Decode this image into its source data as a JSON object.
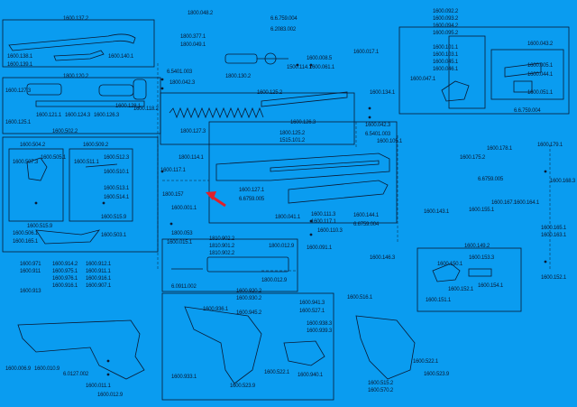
{
  "diagram": {
    "background_color": "#0a9cf0",
    "line_color": "#0a1a33",
    "accent_color": "#e0202a",
    "highlighted_part": "1800.157",
    "labels": {
      "l1": "1600.137.2",
      "l2": "1600.138.1",
      "l3": "1600.139.1",
      "l4": "1600.140.1",
      "l5": "1800.048.2",
      "l6": "1800.377.1",
      "l7": "1800.049.1",
      "l8": "6.6.759.004",
      "l9": "6.2083.002",
      "l10": "6.5401.003",
      "l11": "1800.120.2",
      "l12": "1600.127.3",
      "l13": "1600.125.1",
      "l14": "1600.121.1",
      "l15": "1600.124.3",
      "l16": "1600.126.3",
      "l17": "1600.128.1",
      "l18": "1600.118.2",
      "l19": "1800.042.3",
      "l20": "1800.130.2",
      "l21": "1500.114.1",
      "l22": "1600.061.1",
      "l23": "1600.008.5",
      "l24": "1600.017.1",
      "l25": "1600.092.2",
      "l26": "1600.093.2",
      "l27": "1600.094.2",
      "l28": "1600.095.2",
      "l29": "1600.101.1",
      "l30": "1600.103.1",
      "l31": "1600.045.1",
      "l32": "1600.046.1",
      "l33": "1600.047.1",
      "l34": "1600.043.2",
      "l35": "1600.044.1",
      "l36": "1600.005.1",
      "l37": "6.6.759.004",
      "l38": "1600.125.2",
      "l39": "1600.126.3",
      "l40": "1800.127.3",
      "l41": "1600.134.1",
      "l42": "1600.042.3",
      "l43": "6.5401.003",
      "l44": "1600.502.2",
      "l45": "1600.504.2",
      "l46": "1600.507.3",
      "l47": "1600.505.1",
      "l48": "1600.509.2",
      "l49": "1600.511.1",
      "l50": "1600.512.3",
      "l51": "1600.510.1",
      "l52": "1600.513.1",
      "l53": "1600.514.1",
      "l54": "1600.515.9",
      "l55": "1600.515.9",
      "l56": "1600.506.1",
      "l57": "1600.165.1",
      "l58": "1600.503.1",
      "l59": "1800.114.1",
      "l60": "1600.117.1",
      "l61": "1800.157",
      "l62": "1800.125.2",
      "l63": "1515.101.2",
      "l64": "1600.105.1",
      "l65": "1600.127.1",
      "l66": "6.6759.005",
      "l67": "1600.001.1",
      "l68": "1800.041.1",
      "l69": "1600.111.3",
      "l70": "1600.117.1",
      "l71": "1600.144.1",
      "l72": "1600.110.3",
      "l73": "6.6759.004",
      "l74": "1600.175.2",
      "l75": "1600.178.1",
      "l76": "1600.179.1",
      "l77": "6.6759.005",
      "l78": "1600.143.1",
      "l79": "1600.155.1",
      "l80": "1600.167.1",
      "l81": "1600.164.1",
      "l82": "1600.168.3",
      "l83": "1600.165.1",
      "l84": "1600.163.1",
      "l85": "1800.053",
      "l86": "1600.015.1",
      "l87": "1810.902.2",
      "l88": "1810.901.2",
      "l89": "1810.902.2",
      "l90": "1800.012.9",
      "l91": "1800.012.9",
      "l92": "6.0911.002",
      "l93": "1600.091.1",
      "l94": "1600.146.3",
      "l95": "1600.149.2",
      "l96": "1600.150.1",
      "l97": "1600.153.3",
      "l98": "1600.154.1",
      "l99": "1600.152.1",
      "l100": "1600.151.1",
      "l101": "1600.152.1",
      "l102": "1600.971",
      "l103": "1600.911",
      "l104": "1600.914.2",
      "l105": "1600.912.1",
      "l106": "1600.975.1",
      "l107": "1600.976.1",
      "l108": "1600.911.1",
      "l109": "1600.913",
      "l110": "1600.916.1",
      "l111": "1600.916.1",
      "l112": "1600.907.1",
      "l113": "1600.920.2",
      "l114": "1600.930.2",
      "l115": "1600.945.2",
      "l116": "1600.941.3",
      "l117": "1600.527.1",
      "l118": "1600.938.3",
      "l119": "1600.939.3",
      "l120": "1600.516.1",
      "l121": "1600.936.1",
      "l122": "1600.522.1",
      "l123": "1600.523.9",
      "l124": "1600.940.1",
      "l125": "1600.933.1",
      "l126": "1600.006.9",
      "l127": "1600.010.9",
      "l128": "6.0127.002",
      "l129": "1600.011.1",
      "l130": "1600.012.9",
      "l131": "1600.522.1",
      "l132": "1600.523.9",
      "l133": "1600.515.2",
      "l134": "1600.570.2",
      "l135": "1600.051.1"
    }
  }
}
